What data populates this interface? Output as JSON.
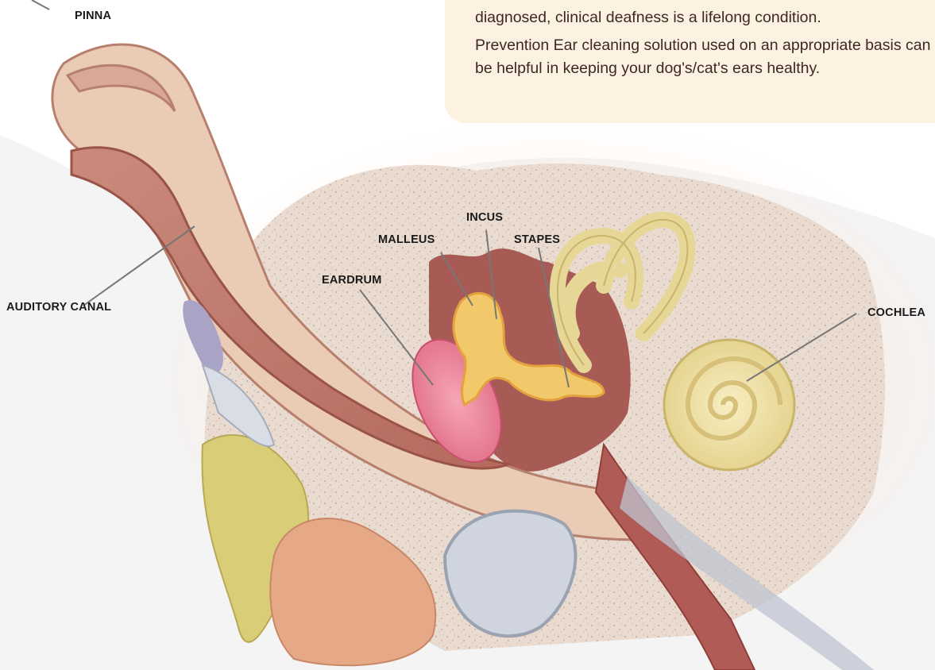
{
  "info": {
    "line1": "diagnosed, clinical deafness is a lifelong condition.",
    "line2": "Prevention Ear cleaning solution used on an appropriate basis can be helpful in keeping your dog's/cat's ears healthy."
  },
  "labels": {
    "pinna": "PINNA",
    "auditory_canal": "AUDITORY CANAL",
    "eardrum": "EARDRUM",
    "malleus": "MALLEUS",
    "incus": "INCUS",
    "stapes": "STAPES",
    "cochlea": "COCHLEA"
  }
}
